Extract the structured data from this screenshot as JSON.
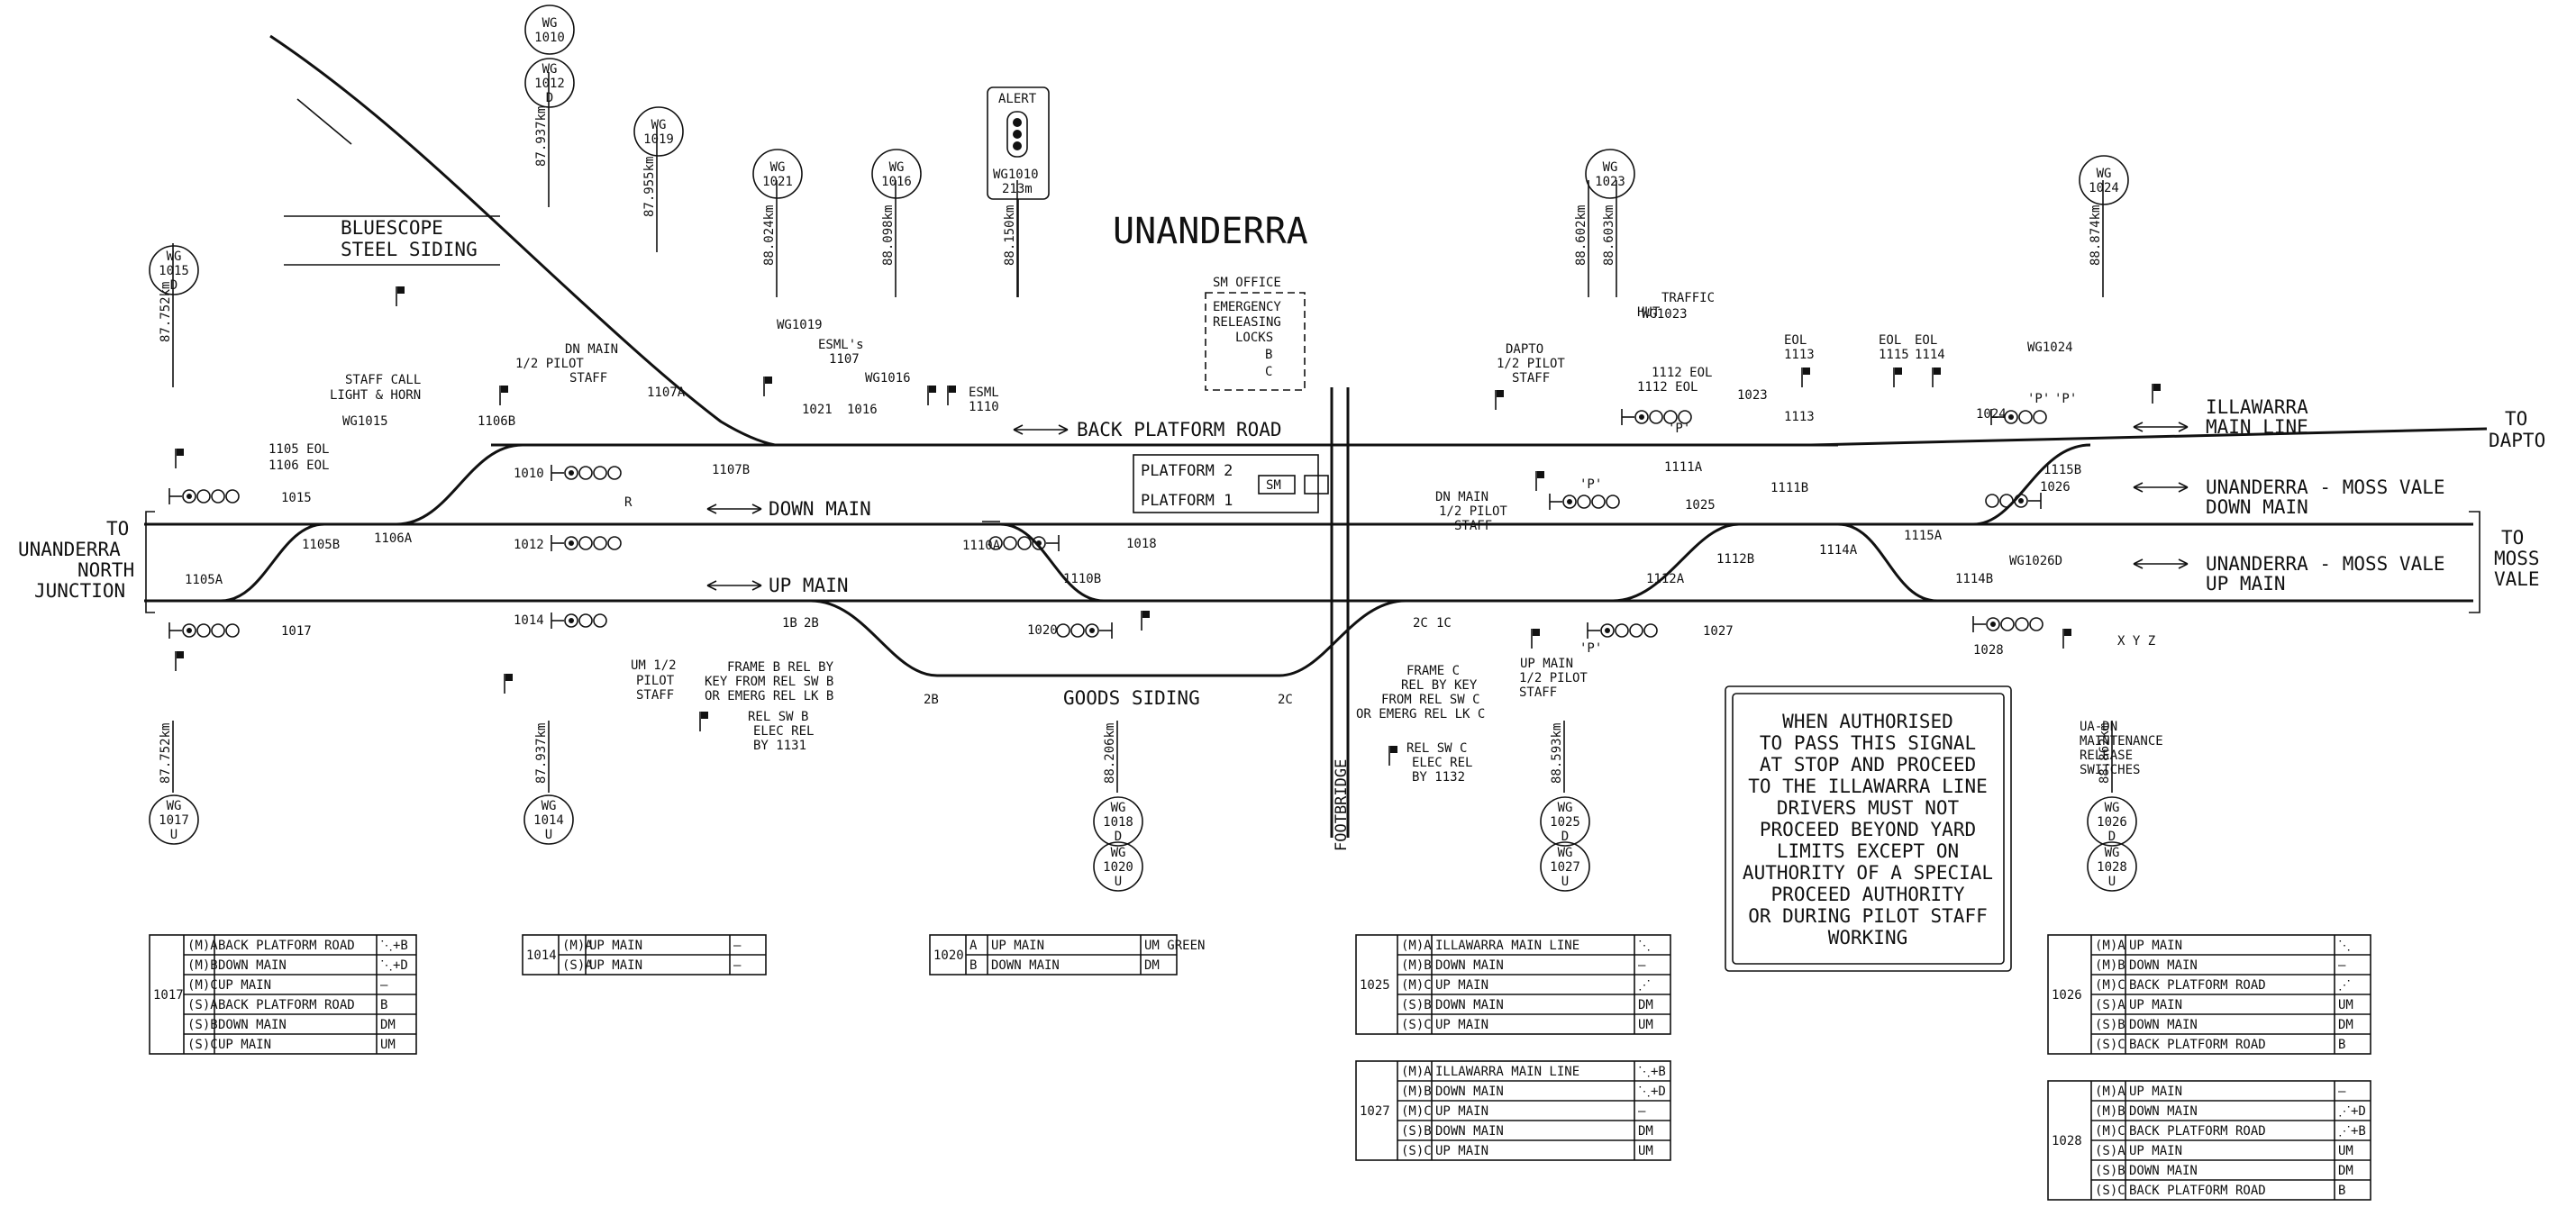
{
  "station": "UNANDERRA",
  "sm_office": [
    "SM OFFICE",
    "EMERGENCY",
    "RELEASING",
    "LOCKS",
    "B",
    "C"
  ],
  "alert_sign": [
    "ALERT",
    "WG1010",
    "213m"
  ],
  "left_end": [
    "TO",
    "UNANDERRA",
    "NORTH",
    "JUNCTION"
  ],
  "right_end": [
    "TO",
    "MOSS",
    "VALE"
  ],
  "to_dapto": [
    "TO",
    "DAPTO"
  ],
  "bluescope": [
    "BLUESCOPE",
    "STEEL SIDING"
  ],
  "notice": [
    "WHEN AUTHORISED",
    "TO PASS THIS SIGNAL",
    "AT STOP AND PROCEED",
    "TO THE ILLAWARRA LINE",
    "DRIVERS MUST NOT",
    "PROCEED BEYOND YARD",
    "LIMITS EXCEPT ON",
    "AUTHORITY OF A SPECIAL",
    "PROCEED AUTHORITY",
    "OR DURING PILOT STAFF",
    "WORKING"
  ],
  "track_labels": [
    "BACK PLATFORM ROAD",
    "DOWN MAIN",
    "UP MAIN",
    "GOODS SIDING",
    "ILLAWARRA",
    "MAIN LINE",
    "UNANDERRA - MOSS VALE",
    "DOWN MAIN",
    "UNANDERRA - MOSS VALE",
    "UP MAIN"
  ],
  "platforms": [
    "PLATFORM 2",
    "PLATFORM 1",
    "SM"
  ],
  "footbridge": "FOOTBRIDGE",
  "circles": [
    [
      "WG",
      "1010"
    ],
    [
      "WG",
      "1012",
      "D"
    ],
    [
      "WG",
      "1019"
    ],
    [
      "WG",
      "1021"
    ],
    [
      "WG",
      "1016"
    ],
    [
      "WG",
      "1023"
    ],
    [
      "WG",
      "1024"
    ],
    [
      "WG",
      "1015",
      "D"
    ],
    [
      "WG",
      "1017",
      "U"
    ],
    [
      "WG",
      "1014",
      "U"
    ],
    [
      "WG",
      "1018",
      "D"
    ],
    [
      "WG",
      "1020",
      "U"
    ],
    [
      "WG",
      "1025",
      "D"
    ],
    [
      "WG",
      "1027",
      "U"
    ],
    [
      "WG",
      "1026",
      "D"
    ],
    [
      "WG",
      "1028",
      "U"
    ]
  ],
  "chainages": [
    "87.937km",
    "87.955km",
    "88.024km",
    "88.098km",
    "88.150km",
    "88.602km",
    "88.603km",
    "88.874km",
    "87.752km",
    "87.752km",
    "87.937km",
    "88.206km",
    "88.593km",
    "88.862km"
  ],
  "signal_labels": [
    "1015",
    "1017",
    "1010",
    "1012",
    "1014",
    "1021",
    "1016",
    "1018",
    "1020",
    "1023",
    "1024",
    "1025",
    "1027",
    "1026",
    "1028",
    "WG1015",
    "WG1019",
    "WG1016",
    "WG1023",
    "WG1024",
    "WG1026D"
  ],
  "point_labels": [
    "1105A",
    "1105B",
    "1106A",
    "1106B",
    "1107A",
    "1107B",
    "1110A",
    "1110B",
    "1111A",
    "1111B",
    "1112A",
    "1112B",
    "1113",
    "1114A",
    "1114B",
    "1115A",
    "1115B",
    "1B",
    "2B",
    "2C",
    "1C",
    "2B",
    "2C"
  ],
  "notes": [
    "STAFF CALL",
    "LIGHT & HORN",
    "1105 EOL",
    "1106 EOL",
    "DN MAIN",
    "1/2 PILOT",
    "STAFF",
    "UM 1/2",
    "PILOT",
    "STAFF",
    "ESML's",
    "1107",
    "ESML",
    "1110",
    "FRAME B REL BY",
    "KEY FROM REL SW B",
    "OR EMERG REL LK B",
    "REL SW B",
    "ELEC REL",
    "BY 1131",
    "FRAME C",
    "REL BY KEY",
    "FROM REL SW C",
    "OR EMERG REL LK C",
    "REL SW C",
    "ELEC REL",
    "BY 1132",
    "DAPTO",
    "1/2 PILOT",
    "STAFF",
    "DN MAIN",
    "1/2 PILOT",
    "STAFF",
    "UP MAIN",
    "1/2 PILOT",
    "STAFF",
    "TRAFFIC",
    "HUT",
    "1112 EOL",
    "1112 EOL",
    "EOL",
    "1113",
    "EOL",
    "1115",
    "EOL",
    "1114",
    "X Y Z",
    "UA-DN",
    "MAINTENANCE",
    "RELEASE",
    "SWITCHES",
    "'P'",
    "'P'",
    "'P'",
    "'P'",
    "'P'",
    "R"
  ],
  "tables": [
    {
      "id": "1017",
      "rows": [
        [
          "(M)A",
          "BACK PLATFORM ROAD",
          "⋱+B"
        ],
        [
          "(M)B",
          "DOWN MAIN",
          "⋱+D"
        ],
        [
          "(M)C",
          "UP MAIN",
          "—"
        ],
        [
          "(S)A",
          "BACK PLATFORM ROAD",
          "B"
        ],
        [
          "(S)B",
          "DOWN MAIN",
          "DM"
        ],
        [
          "(S)C",
          "UP MAIN",
          "UM"
        ]
      ]
    },
    {
      "id": "1014",
      "rows": [
        [
          "(M)A",
          "UP MAIN",
          "—"
        ],
        [
          "(S)A",
          "UP MAIN",
          "—"
        ]
      ]
    },
    {
      "id": "1020",
      "rows": [
        [
          "A",
          "UP MAIN",
          "UM GREEN"
        ],
        [
          "B",
          "DOWN MAIN",
          "DM"
        ]
      ]
    },
    {
      "id": "1025",
      "rows": [
        [
          "(M)A",
          "ILLAWARRA MAIN LINE",
          "⋱"
        ],
        [
          "(M)B",
          "DOWN MAIN",
          "—"
        ],
        [
          "(M)C",
          "UP MAIN",
          "⋰"
        ],
        [
          "(S)B",
          "DOWN MAIN",
          "DM"
        ],
        [
          "(S)C",
          "UP MAIN",
          "UM"
        ]
      ]
    },
    {
      "id": "1027",
      "rows": [
        [
          "(M)A",
          "ILLAWARRA MAIN LINE",
          "⋱+B"
        ],
        [
          "(M)B",
          "DOWN MAIN",
          "⋱+D"
        ],
        [
          "(M)C",
          "UP MAIN",
          "—"
        ],
        [
          "(S)B",
          "DOWN MAIN",
          "DM"
        ],
        [
          "(S)C",
          "UP MAIN",
          "UM"
        ]
      ]
    },
    {
      "id": "1026",
      "rows": [
        [
          "(M)A",
          "UP MAIN",
          "⋱"
        ],
        [
          "(M)B",
          "DOWN MAIN",
          "—"
        ],
        [
          "(M)C",
          "BACK PLATFORM ROAD",
          "⋰"
        ],
        [
          "(S)A",
          "UP MAIN",
          "UM"
        ],
        [
          "(S)B",
          "DOWN MAIN",
          "DM"
        ],
        [
          "(S)C",
          "BACK PLATFORM ROAD",
          "B"
        ]
      ]
    },
    {
      "id": "1028",
      "rows": [
        [
          "(M)A",
          "UP MAIN",
          "—"
        ],
        [
          "(M)B",
          "DOWN MAIN",
          "⋰+D"
        ],
        [
          "(M)C",
          "BACK PLATFORM ROAD",
          "⋰+B"
        ],
        [
          "(S)A",
          "UP MAIN",
          "UM"
        ],
        [
          "(S)B",
          "DOWN MAIN",
          "DM"
        ],
        [
          "(S)C",
          "BACK PLATFORM ROAD",
          "B"
        ]
      ]
    }
  ]
}
